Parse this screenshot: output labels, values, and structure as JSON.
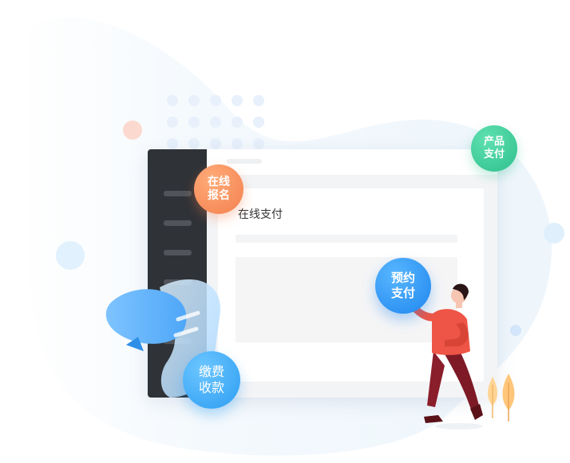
{
  "window": {
    "content_title": "在线支付"
  },
  "bubbles": {
    "signup": {
      "line1": "在线",
      "line2": "报名"
    },
    "product_pay": {
      "line1": "产品",
      "line2": "支付"
    },
    "reserve_pay": {
      "line1": "预约",
      "line2": "支付"
    },
    "fee_collect": {
      "line1": "缴费",
      "line2": "收款"
    }
  },
  "colors": {
    "signup": "#f3804f",
    "product_pay": "#2fc08d",
    "reserve_pay": "#1f86ee",
    "fee_collect": "#2d9df2",
    "sidebar": "#2f3237"
  }
}
